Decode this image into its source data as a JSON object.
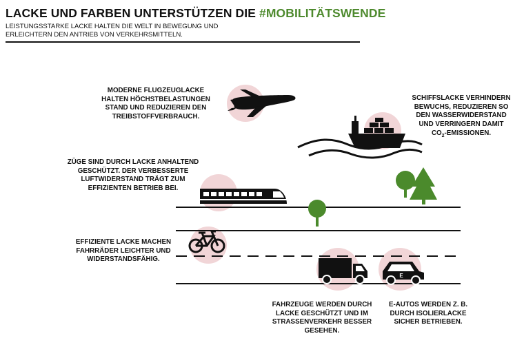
{
  "header": {
    "title_main": "LACKE UND FARBEN UNTERSTÜTZEN DIE ",
    "title_hashtag": "#MOBILITÄTSWENDE",
    "subtitle_line1": "LEISTUNGSSTARKE LACKE HALTEN DIE WELT IN BEWEGUNG UND",
    "subtitle_line2": "ERLEICHTERN DEN ANTRIEB VON VERKEHRSMITTELN."
  },
  "captions": {
    "plane": [
      "MODERNE FLUGZEUGLACKE",
      "HALTEN HÖCHSTBELASTUNGEN",
      "STAND UND REDUZIEREN DEN",
      "TREIBSTOFFVERBRAUCH."
    ],
    "ship": [
      "SCHIFFSLACKE VERHINDERN",
      "BEWUCHS, REDUZIEREN SO",
      "DEN WASSERWIDERSTAND",
      "UND VERRINGERN DAMIT"
    ],
    "ship_co2": {
      "pre": "CO",
      "sub": "2",
      "post": "-EMISSIONEN."
    },
    "train": [
      "ZÜGE SIND DURCH LACKE ANHALTEND",
      "GESCHÜTZT. DER VERBESSERTE",
      "LUFTWIDERSTAND TRÄGT ZUM",
      "EFFIZIENTEN BETRIEB BEI."
    ],
    "bike": [
      "EFFIZIENTE LACKE MACHEN",
      "FAHRRÄDER LEICHTER UND",
      "WIDERSTANDSFÄHIG."
    ],
    "truck": [
      "FAHRZEUGE WERDEN DURCH",
      "LACKE GESCHÜTZT UND IM",
      "STRASSENVERKEHR BESSER",
      "GESEHEN."
    ],
    "ecar": [
      "E-AUTOS WERDEN Z. B.",
      "DURCH ISOLIERLACKE",
      "SICHER BETRIEBEN."
    ]
  },
  "icons": {
    "plane": "airplane-icon",
    "ship": "container-ship-icon",
    "train": "train-icon",
    "bike": "bicycle-icon",
    "truck": "truck-icon",
    "ecar": "electric-car-icon",
    "ecar_badge": "E"
  },
  "colors": {
    "accent": "#4e8a2e",
    "circle": "#f1d5d7",
    "tree": "#4b8a2c",
    "ink": "#111111"
  }
}
